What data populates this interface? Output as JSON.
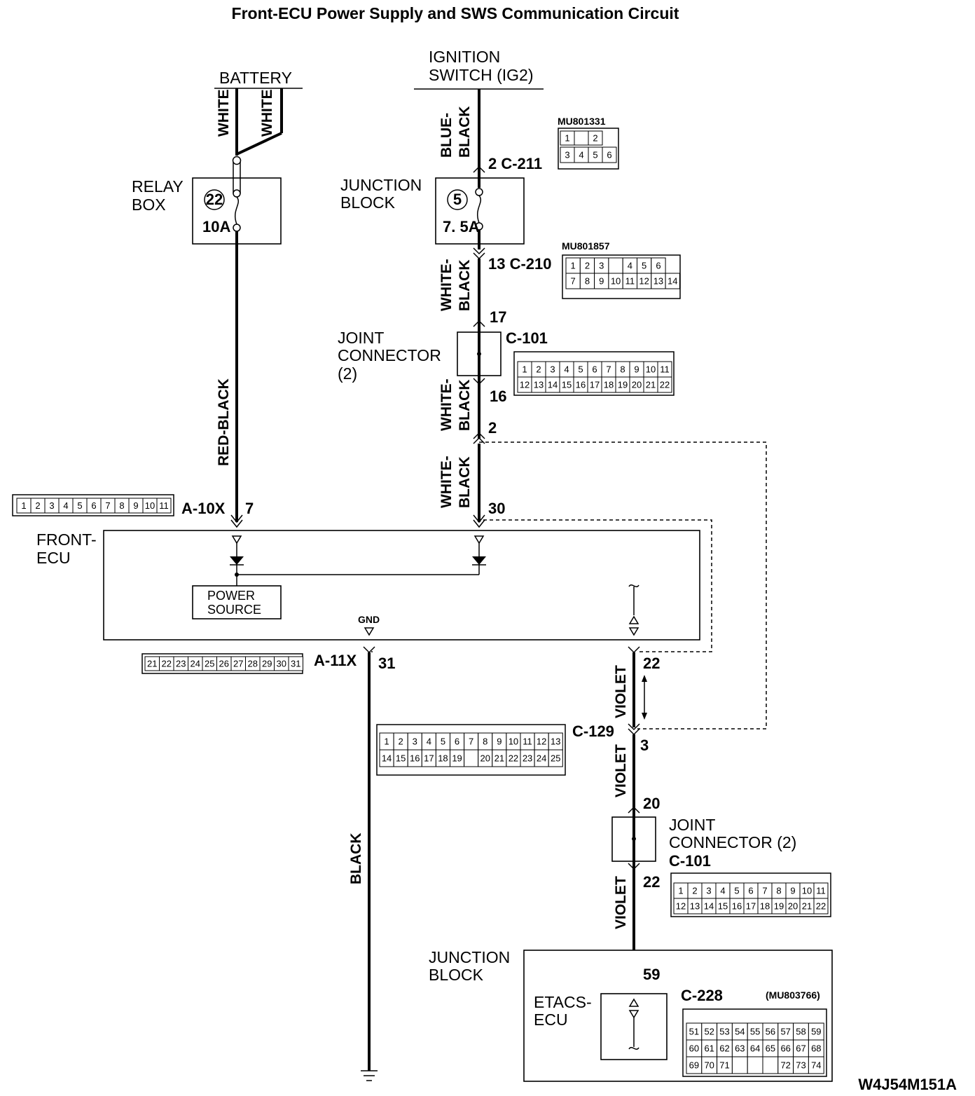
{
  "title": "Front-ECU Power Supply and SWS Communication Circuit",
  "figure_code": "W4J54M151A",
  "battery": {
    "label": "BATTERY",
    "wire1": "WHITE",
    "wire2": "WHITE"
  },
  "relay_box": {
    "label_line1": "RELAY",
    "label_line2": "BOX",
    "fuse_no": "22",
    "rating": "10A"
  },
  "ignition": {
    "label_line1": "IGNITION",
    "label_line2": "SWITCH (IG2)"
  },
  "junction_block_top": {
    "label_line1": "JUNCTION",
    "label_line2": "BLOCK",
    "fuse_no": "5",
    "rating": "7. 5A"
  },
  "wires": {
    "blue_black_1": "BLUE-",
    "blue_black_2": "BLACK",
    "wb1_1": "WHITE-",
    "wb1_2": "BLACK",
    "wb2_1": "WHITE-",
    "wb2_2": "BLACK",
    "wb3_1": "WHITE-",
    "wb3_2": "BLACK",
    "red_black": "RED-BLACK",
    "black": "BLACK",
    "violet1": "VIOLET",
    "violet2": "VIOLET",
    "violet3": "VIOLET"
  },
  "pins": {
    "c211": "2  C-211",
    "c210": "13  C-210",
    "p17": "17",
    "c101_top": "C-101",
    "p16": "16",
    "p2": "2",
    "a10x": "A-10X",
    "p7": "7",
    "p30": "30",
    "a11x": "A-11X",
    "p31": "31",
    "p22a": "22",
    "c129": "C-129",
    "p3": "3",
    "p20": "20",
    "p22b": "22",
    "c101_bot": "C-101",
    "p59": "59",
    "c228": "C-228"
  },
  "joint_connector_top": {
    "line1": "JOINT",
    "line2": "CONNECTOR",
    "line3": "(2)"
  },
  "joint_connector_bot": {
    "line1": "JOINT",
    "line2": "CONNECTOR (2)"
  },
  "front_ecu": {
    "line1": "FRONT-",
    "line2": "ECU",
    "power1": "POWER",
    "power2": "SOURCE",
    "gnd": "GND"
  },
  "junction_block_bot": {
    "line1": "JUNCTION",
    "line2": "BLOCK"
  },
  "etacs": {
    "line1": "ETACS-",
    "line2": "ECU"
  },
  "connectors": {
    "mu801331": {
      "code": "MU801331",
      "row1": [
        "1",
        "",
        "2"
      ],
      "row2": [
        "3",
        "4",
        "5",
        "6"
      ]
    },
    "mu801857": {
      "code": "MU801857",
      "row1": [
        "1",
        "2",
        "3",
        "",
        "4",
        "5",
        "6"
      ],
      "row2": [
        "7",
        "8",
        "9",
        "10",
        "11",
        "12",
        "13",
        "14"
      ]
    },
    "c101": {
      "row1": [
        "1",
        "2",
        "3",
        "4",
        "5",
        "6",
        "7",
        "8",
        "9",
        "10",
        "11"
      ],
      "row2": [
        "12",
        "13",
        "14",
        "15",
        "16",
        "17",
        "18",
        "19",
        "20",
        "21",
        "22"
      ]
    },
    "a10x": {
      "row1": [
        "1",
        "2",
        "3",
        "4",
        "5",
        "6",
        "7",
        "8",
        "9",
        "10",
        "11"
      ]
    },
    "a11x": {
      "row1": [
        "21",
        "22",
        "23",
        "24",
        "25",
        "26",
        "27",
        "28",
        "29",
        "30",
        "31"
      ]
    },
    "c129": {
      "row1": [
        "1",
        "2",
        "3",
        "4",
        "5",
        "6",
        "7",
        "8",
        "9",
        "10",
        "11",
        "12",
        "13"
      ],
      "row2": [
        "14",
        "15",
        "16",
        "17",
        "18",
        "19",
        "",
        "20",
        "21",
        "22",
        "23",
        "24",
        "25"
      ]
    },
    "c228": {
      "code": "(MU803766)",
      "row1": [
        "51",
        "52",
        "53",
        "54",
        "55",
        "56",
        "57",
        "58",
        "59"
      ],
      "row2": [
        "60",
        "61",
        "62",
        "63",
        "64",
        "65",
        "66",
        "67",
        "68"
      ],
      "row3": [
        "69",
        "70",
        "71",
        "",
        "",
        "",
        "72",
        "73",
        "74"
      ]
    }
  }
}
